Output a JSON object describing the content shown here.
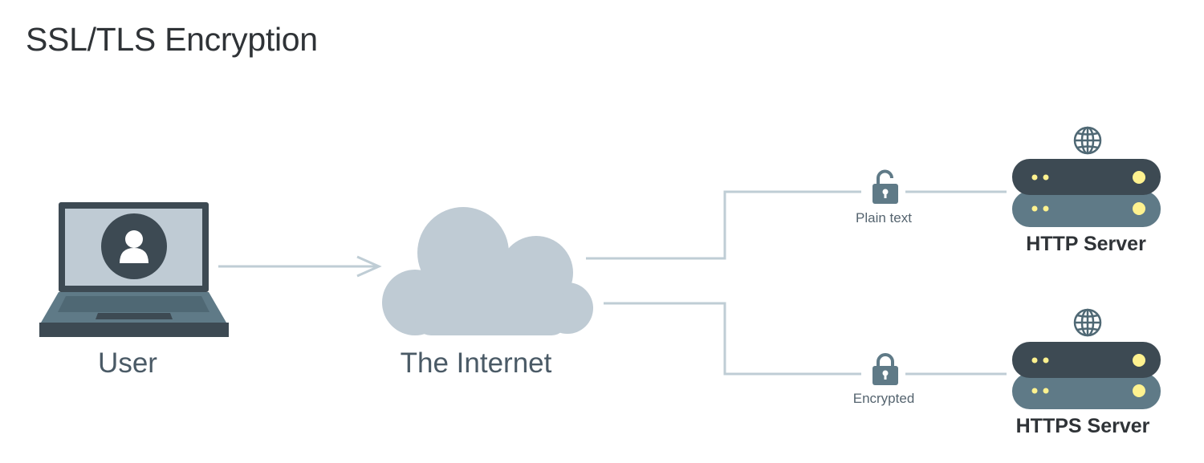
{
  "title": "SSL/TLS Encryption",
  "nodes": {
    "user": {
      "label": "User",
      "icon": "laptop-user-icon"
    },
    "internet": {
      "label": "The Internet",
      "icon": "cloud-icon"
    },
    "http_server": {
      "label": "HTTP Server",
      "icon": "server-icon",
      "top_icon": "globe-icon"
    },
    "https_server": {
      "label": "HTTPS Server",
      "icon": "server-icon",
      "top_icon": "globe-icon"
    }
  },
  "connections": {
    "plain": {
      "label": "Plain text",
      "icon": "unlocked-padlock-icon"
    },
    "encrypted": {
      "label": "Encrypted",
      "icon": "locked-padlock-icon"
    }
  },
  "colors": {
    "dark": "#3d4a53",
    "mid": "#5f7a87",
    "light": "#bfcbd4",
    "line": "#bfcdd5",
    "led": "#fff28f"
  }
}
